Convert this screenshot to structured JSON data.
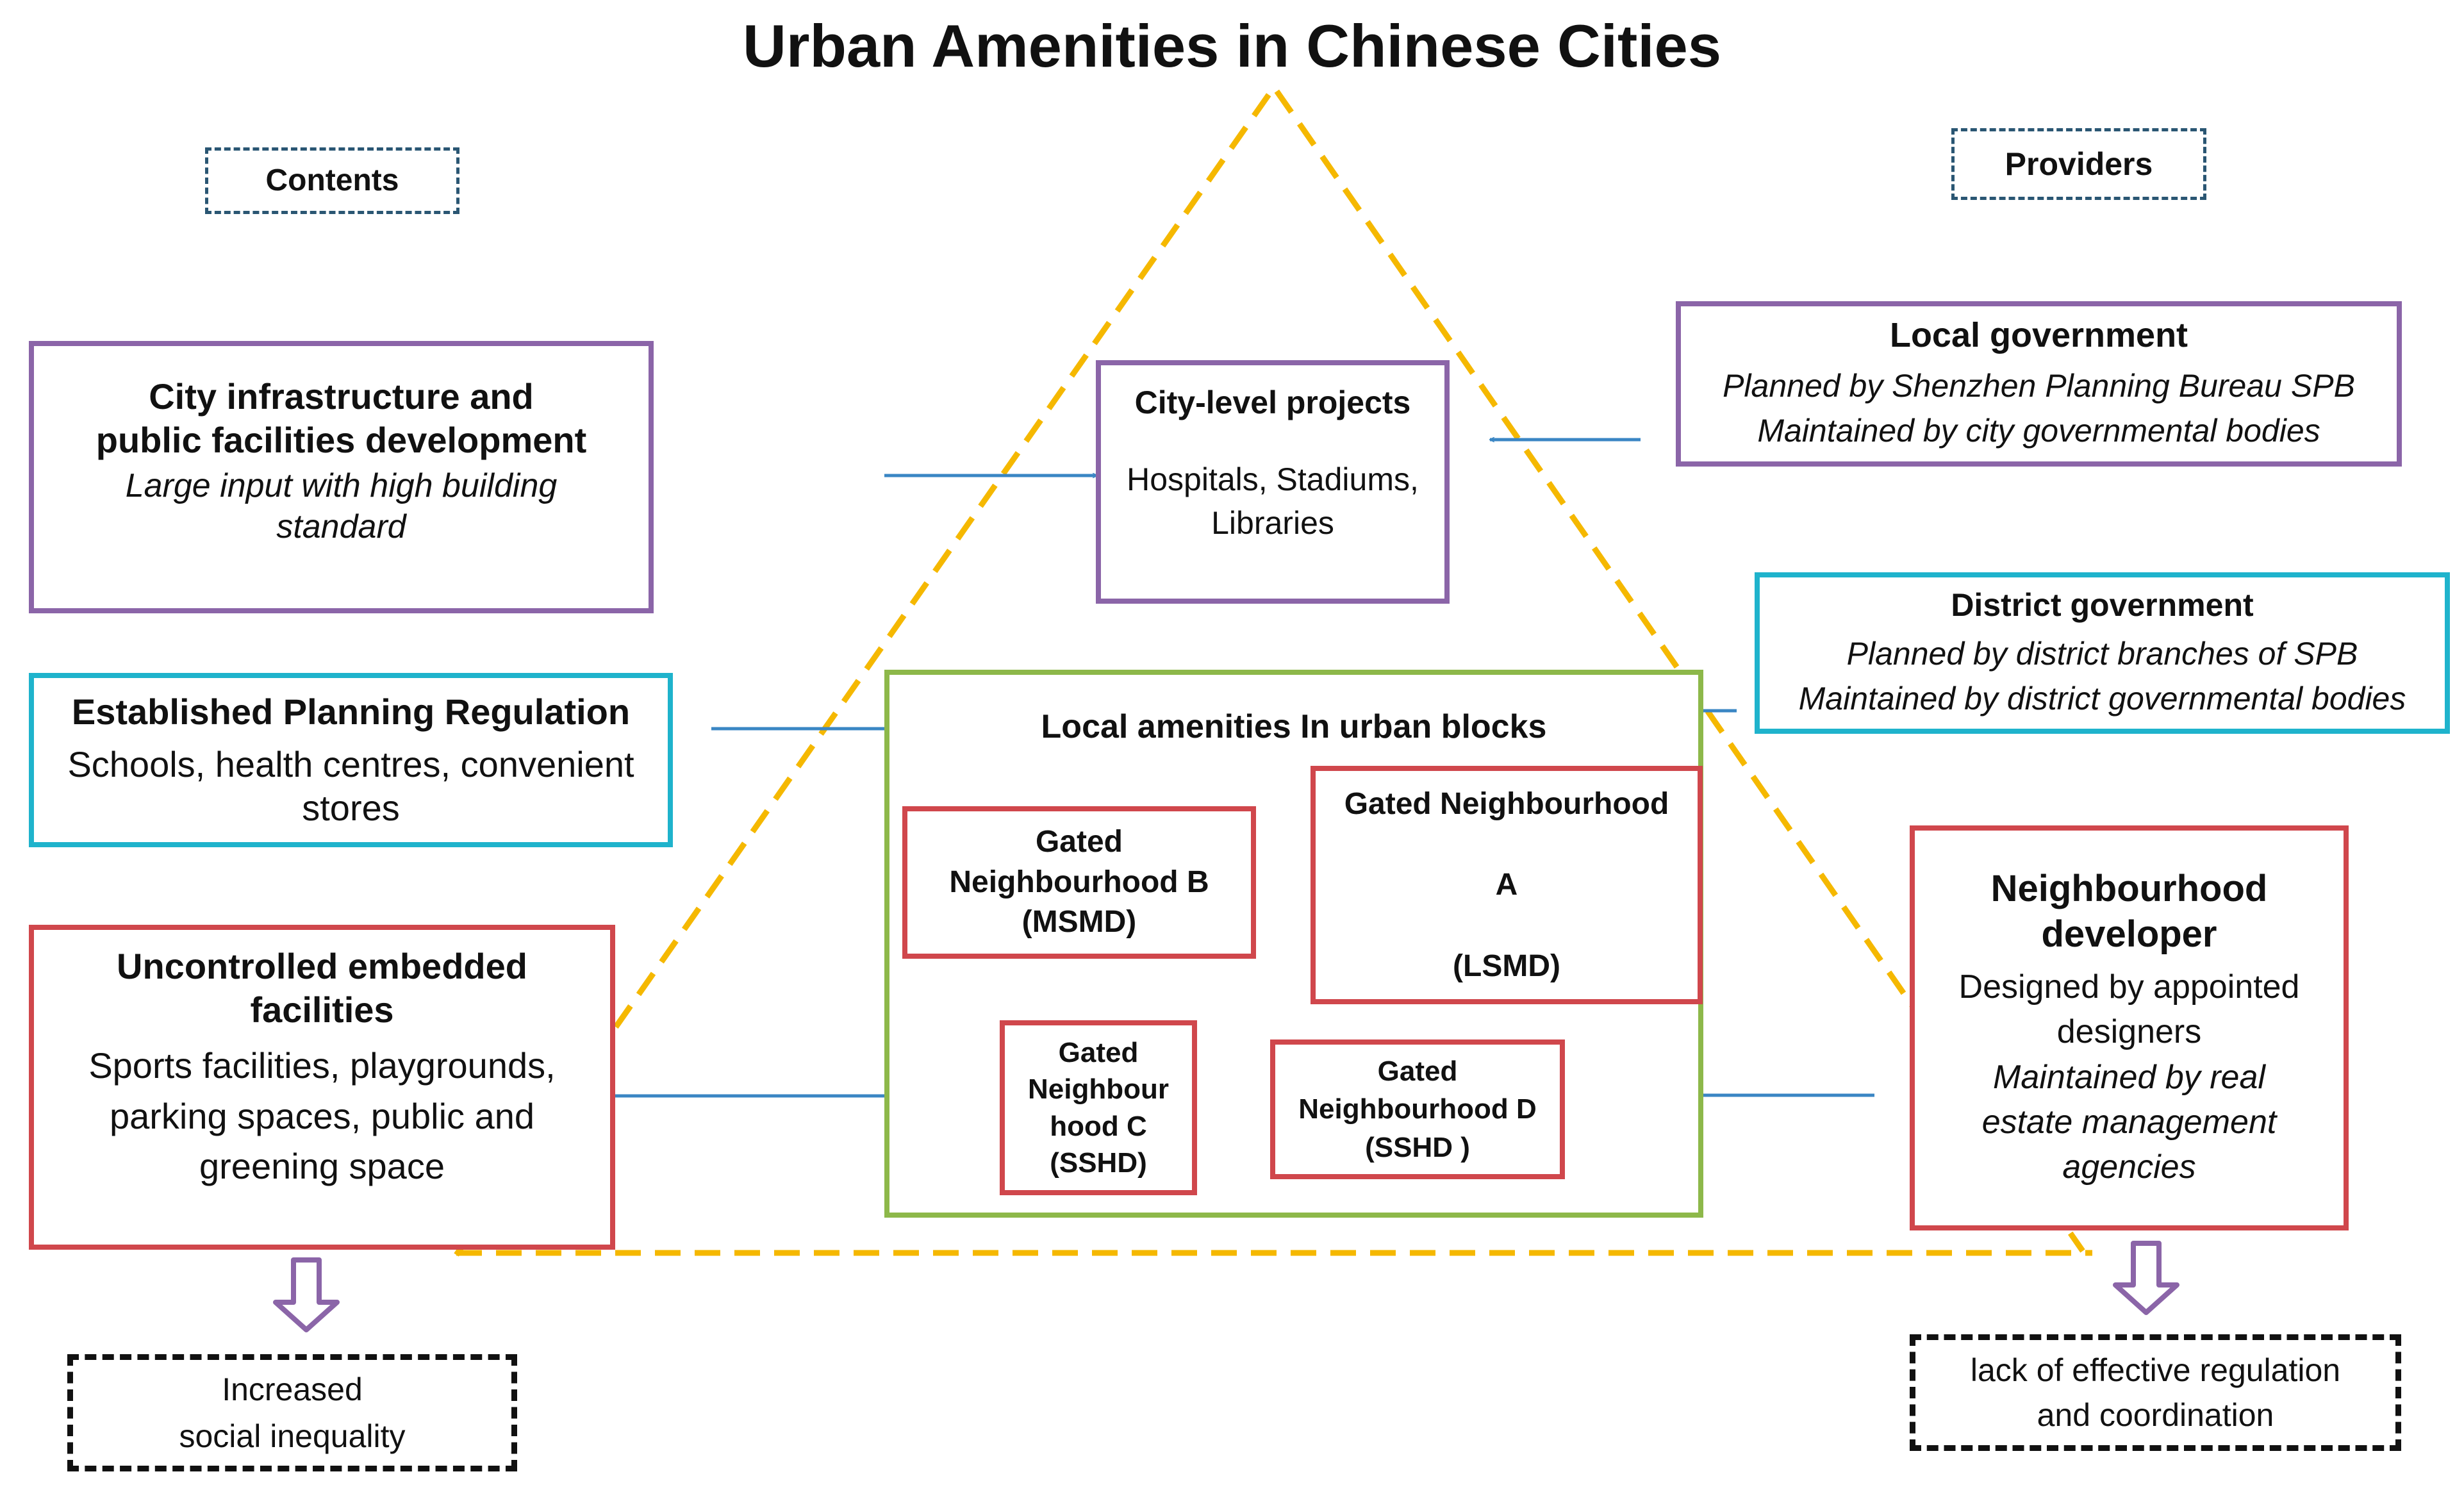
{
  "title": "Urban Amenities in Chinese Cities",
  "colors": {
    "purple": "#8B65A8",
    "cyan": "#1FB3CC",
    "red": "#D0474C",
    "green": "#8DB84A",
    "triangle": "#F5B800",
    "arrow": "#3A86C4"
  },
  "headers": {
    "contents": "Contents",
    "providers": "Providers"
  },
  "left": {
    "city_infra": {
      "title": "City infrastructure and\npublic facilities development",
      "subtitle": "Large input with high building\nstandard"
    },
    "planning": {
      "title": "Established Planning  Regulation",
      "body": "Schools, health centres, convenient\nstores"
    },
    "uncontrolled": {
      "title": "Uncontrolled embedded\nfacilities",
      "body": "Sports facilities, playgrounds,\nparking spaces, public and\ngreening space"
    },
    "outcome": "Increased\nsocial inequality"
  },
  "center": {
    "city_level": {
      "title": "City-level  projects",
      "body": "Hospitals, Stadiums,\nLibraries"
    },
    "local_title": "Local amenities In urban blocks",
    "gated_b": "Gated\nNeighbourhood B\n(MSMD)",
    "gated_a": "Gated Neighbourhood\n\nA\n\n(LSMD)",
    "gated_c": "Gated\nNeighbour\nhood C\n(SSHD)",
    "gated_d": "Gated\nNeighbourhood D\n(SSHD )"
  },
  "right": {
    "local_gov": {
      "title": "Local government",
      "body": "Planned by Shenzhen Planning Bureau SPB\nMaintained by city governmental bodies"
    },
    "district_gov": {
      "title": "District government",
      "body": "Planned by district branches of SPB\nMaintained by district governmental bodies"
    },
    "developer": {
      "title": "Neighbourhood\ndeveloper",
      "body": "Designed by appointed\ndesigners",
      "italic": "Maintained by real\nestate management\nagencies"
    },
    "outcome": "lack of effective regulation\nand coordination"
  }
}
